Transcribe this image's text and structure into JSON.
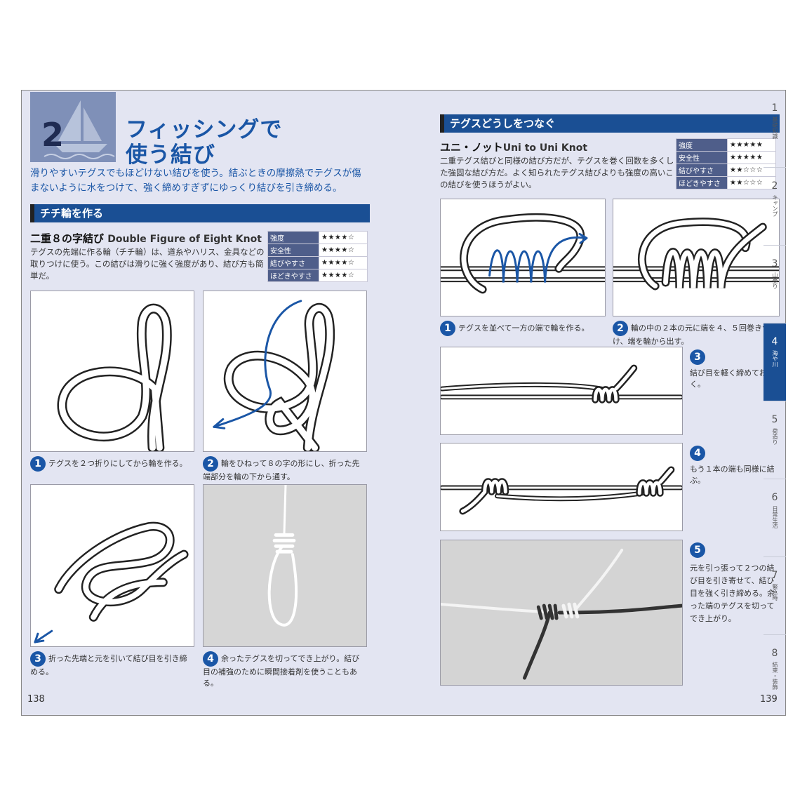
{
  "left_page": {
    "chapter_number": "2",
    "title_line1": "フィッシングで",
    "title_line2": "使う結び",
    "lead": "滑りやすいテグスでもほどけない結びを使う。結ぶときの摩擦熱でテグスが傷まないように水をつけて、強く締めすぎずにゆっくり結びを引き締める。",
    "section_heading": "チチ輪を作る",
    "knot_title_jp": "二重８の字結び",
    "knot_title_en": "Double Figure of Eight Knot",
    "description": "テグスの先端に作る輪（チチ輪）は、道糸やハリス、金具などの取りつけに使う。この結びは滑りに強く強度があり、結び方も簡単だ。",
    "ratings": [
      {
        "label": "強度",
        "stars": "★★★★☆"
      },
      {
        "label": "安全性",
        "stars": "★★★★☆"
      },
      {
        "label": "結びやすさ",
        "stars": "★★★★☆"
      },
      {
        "label": "ほどきやすさ",
        "stars": "★★★★☆"
      }
    ],
    "steps": [
      {
        "number": "1",
        "text": "テグスを２つ折りにしてから輪を作る。"
      },
      {
        "number": "2",
        "text": "輪をひねって８の字の形にし、折った先端部分を輪の下から通す。"
      },
      {
        "number": "3",
        "text": "折った先端と元を引いて結び目を引き締める。"
      },
      {
        "number": "4",
        "text": "余ったテグスを切ってでき上がり。結び目の補強のために瞬間接着剤を使うこともある。"
      }
    ],
    "page_number": "138"
  },
  "right_page": {
    "section_heading": "テグスどうしをつなぐ",
    "knot_title_jp": "ユニ・ノット",
    "knot_title_en": "Uni to Uni Knot",
    "description": "二重テグス結びと同様の結び方だが、テグスを巻く回数を多くした強固な結び方だ。よく知られたテグス結びよりも強度の高いこの結びを使うほうがよい。",
    "ratings": [
      {
        "label": "強度",
        "stars": "★★★★★"
      },
      {
        "label": "安全性",
        "stars": "★★★★★"
      },
      {
        "label": "結びやすさ",
        "stars": "★★☆☆☆"
      },
      {
        "label": "ほどきやすさ",
        "stars": "★★☆☆☆"
      }
    ],
    "steps": [
      {
        "number": "1",
        "text": "テグスを並べて一方の端で輪を作る。"
      },
      {
        "number": "2",
        "text": "輪の中の２本の元に端を４、５回巻きつけ、端を輪から出す。"
      },
      {
        "number": "3",
        "text": "結び目を軽く締めておく。"
      },
      {
        "number": "4",
        "text": "もう１本の端も同様に結ぶ。"
      },
      {
        "number": "5",
        "text": "元を引っ張って２つの結び目を引き寄せて、結び目を強く引き締める。余った端のテグスを切ってでき上がり。"
      }
    ],
    "page_number": "139"
  },
  "index_tabs": [
    {
      "number": "1",
      "label": "基礎知識"
    },
    {
      "number": "2",
      "label": "キャンプ"
    },
    {
      "number": "3",
      "label": "山登り"
    },
    {
      "number": "4",
      "label": "海や川",
      "active": true
    },
    {
      "number": "5",
      "label": "荷造り"
    },
    {
      "number": "6",
      "label": "日常生活"
    },
    {
      "number": "7",
      "label": "緊急時"
    },
    {
      "number": "8",
      "label": "結束・装飾"
    }
  ],
  "colors": {
    "accent": "#1a4f94",
    "background": "#e3e5f2",
    "title_blue": "#1a56a6"
  },
  "icons": {
    "chapter_icon": "sailboat-icon"
  }
}
